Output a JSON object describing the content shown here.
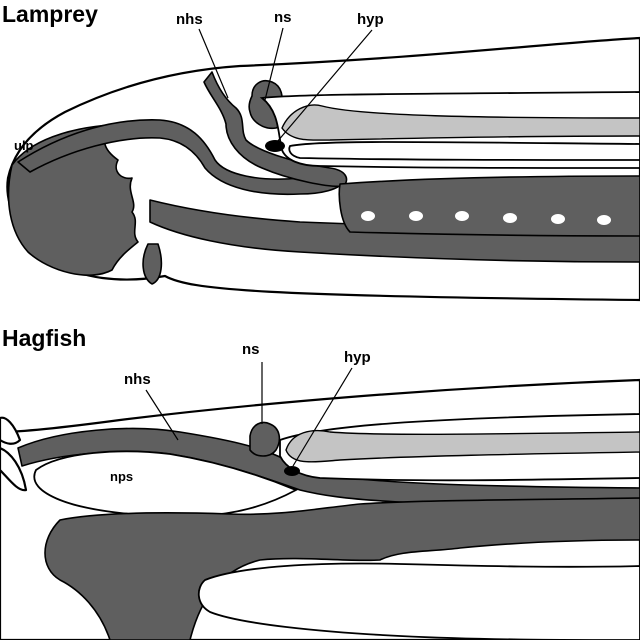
{
  "panels": {
    "lamprey": {
      "title": "Lamprey",
      "labels": {
        "nhs": "nhs",
        "ns": "ns",
        "hyp": "hyp",
        "ulp": "ulp"
      }
    },
    "hagfish": {
      "title": "Hagfish",
      "labels": {
        "nhs": "nhs",
        "ns": "ns",
        "hyp": "hyp",
        "nps": "nps"
      }
    }
  },
  "colors": {
    "dark_tissue": "#5f5f5f",
    "light_tissue": "#c4c4c4",
    "hypophysis": "#000000",
    "outline": "#000000",
    "background": "#ffffff"
  }
}
